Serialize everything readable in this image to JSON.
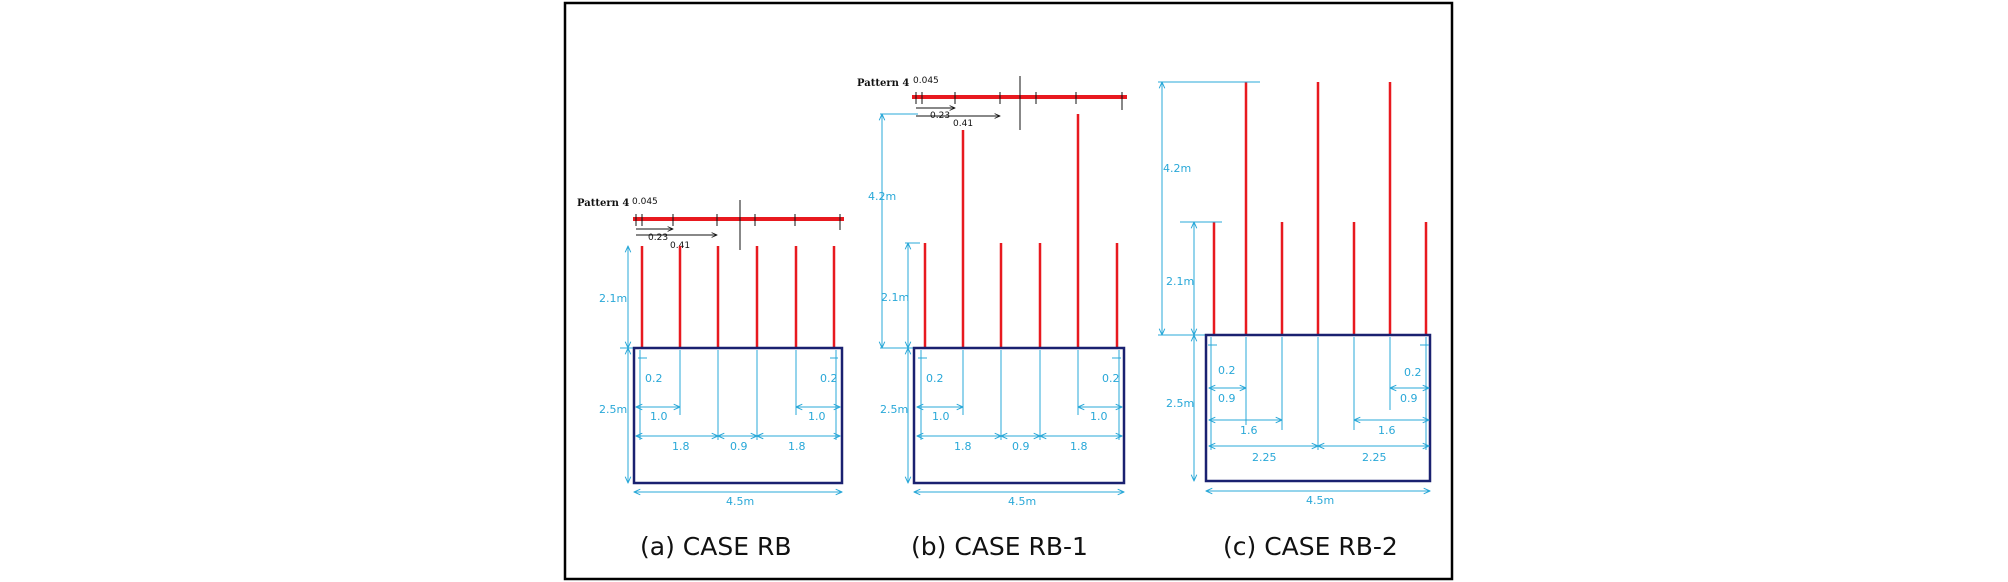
{
  "colors": {
    "dimension": "#29a8d8",
    "rod": "#e8191f",
    "box": "#1a2170",
    "frame": "#000000"
  },
  "panels": [
    {
      "caption": "(a) CASE RB",
      "pattern_label": "Pattern 4",
      "pattern_dims": {
        "d1": "0.045",
        "d2": "0.23",
        "d3": "0.41"
      },
      "rod_height_short": "2.1m",
      "depth": "2.5m",
      "width": "4.5m",
      "row1": {
        "left": "0.2",
        "right": "0.2"
      },
      "row2": {
        "left": "1.0",
        "right": "1.0"
      },
      "row3": [
        "1.8",
        "0.9",
        "1.8"
      ]
    },
    {
      "caption": "(b) CASE RB-1",
      "pattern_label": "Pattern 4",
      "pattern_dims": {
        "d1": "0.045",
        "d2": "0.23",
        "d3": "0.41"
      },
      "rod_height_tall": "4.2m",
      "rod_height_short": "2.1m",
      "depth": "2.5m",
      "width": "4.5m",
      "row1": {
        "left": "0.2",
        "right": "0.2"
      },
      "row2": {
        "left": "1.0",
        "right": "1.0"
      },
      "row3": [
        "1.8",
        "0.9",
        "1.8"
      ]
    },
    {
      "caption": "(c) CASE RB-2",
      "rod_height_tall": "4.2m",
      "rod_height_short": "2.1m",
      "depth": "2.5m",
      "width": "4.5m",
      "row1": {
        "left": "0.2",
        "right": "0.2"
      },
      "row1b": {
        "left": "0.9",
        "right": "0.9"
      },
      "row2": {
        "left": "1.6",
        "right": "1.6"
      },
      "row3": [
        "2.25",
        "2.25"
      ]
    }
  ]
}
